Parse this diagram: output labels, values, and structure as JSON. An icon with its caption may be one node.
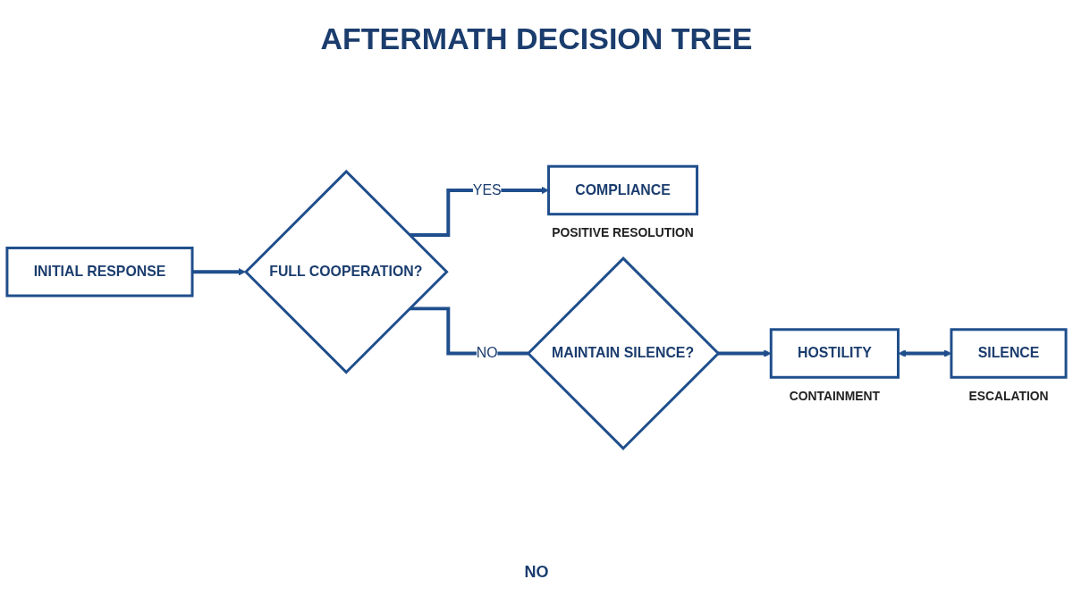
{
  "diagram": {
    "title": "AFTERMATH DECISION TREE",
    "nodes": [
      {
        "text": [
          "INITIAL RESPONSE"
        ]
      },
      {
        "text": [
          "FULL COOPERATION?"
        ]
      },
      {
        "text": [
          "COMPLIANCE"
        ],
        "beside": [
          "POSITIVE RESOLUTION"
        ]
      },
      {
        "text": [
          "MAINTAIN SILENCE?"
        ]
      },
      {
        "text": [
          "HOSTILITY"
        ],
        "beside": [
          "CONTAINMENT"
        ]
      },
      {
        "text": [
          "SILENCE"
        ],
        "beside": [
          "ESCALATION"
        ]
      }
    ],
    "edges": [
      {
        "from": 0,
        "to": 1,
        "arrow": "to"
      },
      {
        "from": 1,
        "to": 2,
        "arrow": "to",
        "label": "YES"
      },
      {
        "from": 1,
        "to": 3,
        "arrow": "none",
        "label": "NO"
      },
      {
        "from": 3,
        "to": 4,
        "arrow": "to"
      },
      {
        "from": 4,
        "to": 5,
        "arrow": "both"
      }
    ],
    "labels": [
      "NO"
    ]
  }
}
